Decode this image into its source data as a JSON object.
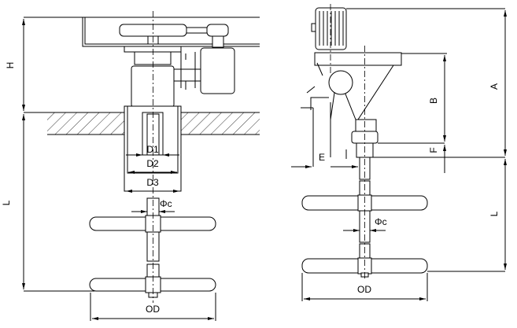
{
  "left_view": {
    "dim_H": "H",
    "dim_L": "L",
    "dim_D1": "D1",
    "dim_D2": "D2",
    "dim_D3": "D3",
    "dim_shaft": "Φc",
    "dim_OD": "OD"
  },
  "right_view": {
    "dim_A": "A",
    "dim_B": "B",
    "dim_F": "F",
    "dim_E": "E",
    "dim_L": "L",
    "dim_shaft": "Φc",
    "dim_OD": "OD"
  }
}
